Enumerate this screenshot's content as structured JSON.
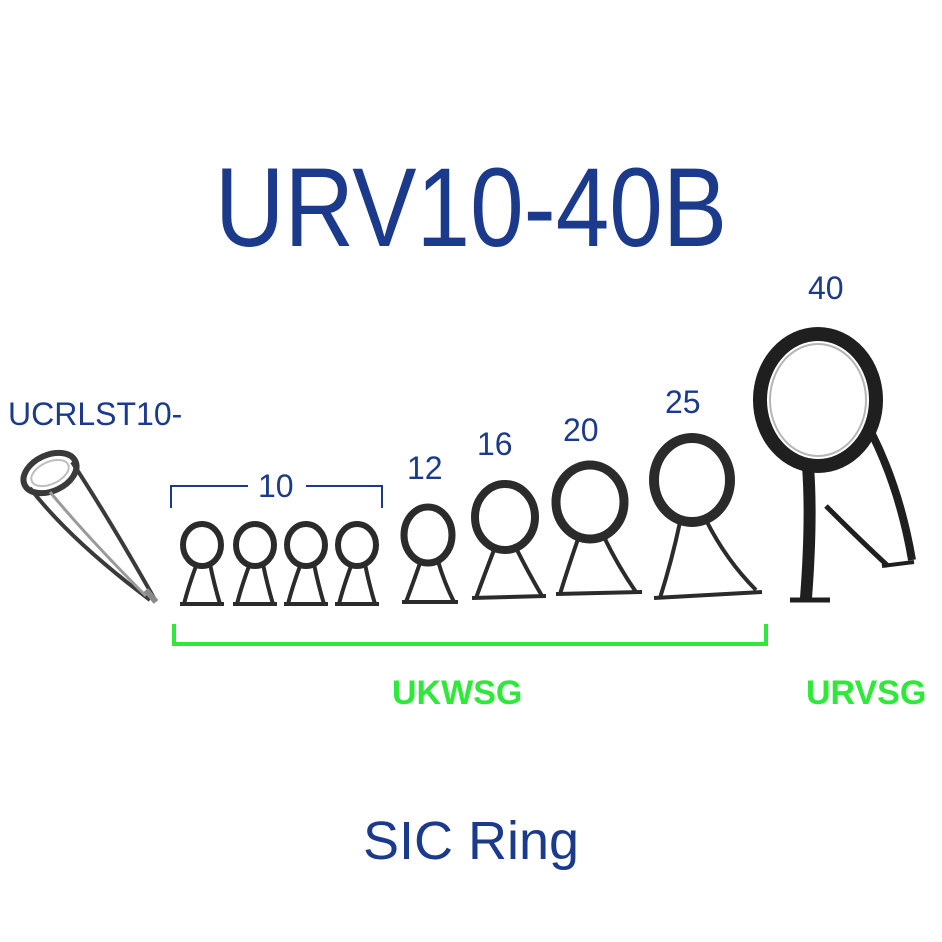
{
  "title": "URV10-40B",
  "tip_label": "UCRLST10-",
  "size_labels": {
    "s10": "10",
    "s12": "12",
    "s16": "16",
    "s20": "20",
    "s25": "25",
    "s40": "40"
  },
  "series": {
    "ukwsg": "UKWSG",
    "urvsg": "URVSG"
  },
  "footer": "SIC Ring",
  "colors": {
    "title_blue": "#1b3a8c",
    "series_green": "#2ee83a",
    "guide_dark": "#2b2b2b"
  }
}
